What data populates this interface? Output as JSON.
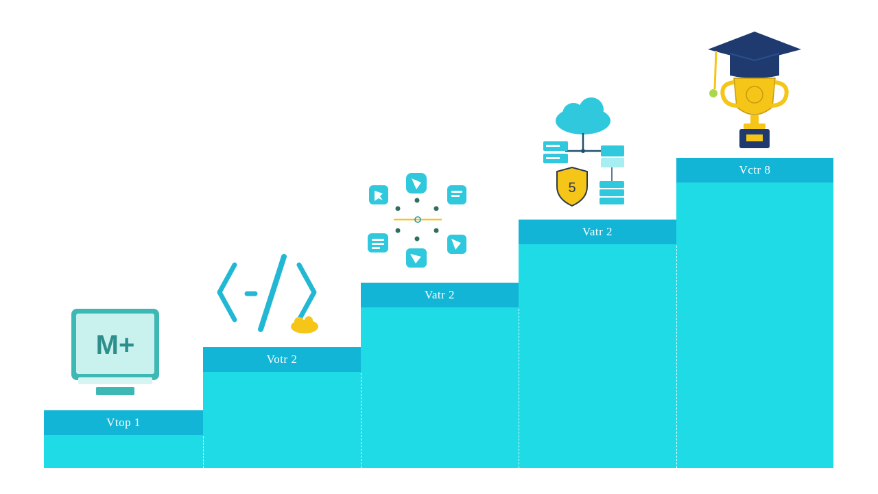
{
  "steps": [
    {
      "label": "Vtop 1",
      "icon": "monitor-icon"
    },
    {
      "label": "Votr 2",
      "icon": "code-brackets-icon"
    },
    {
      "label": "Vatr 2",
      "icon": "network-hub-icon"
    },
    {
      "label": "Vatr 2",
      "icon": "cloud-server-shield-icon"
    },
    {
      "label": "Vctr 8",
      "icon": "trophy-graduation-cap-icon"
    }
  ],
  "icons": {
    "monitor_text": "M+",
    "shield_text": "5"
  },
  "colors": {
    "step_fill": "#1fdbe6",
    "step_band": "#13b5d6",
    "accent_yellow": "#f5c518",
    "dark_navy": "#1f3a6e"
  }
}
